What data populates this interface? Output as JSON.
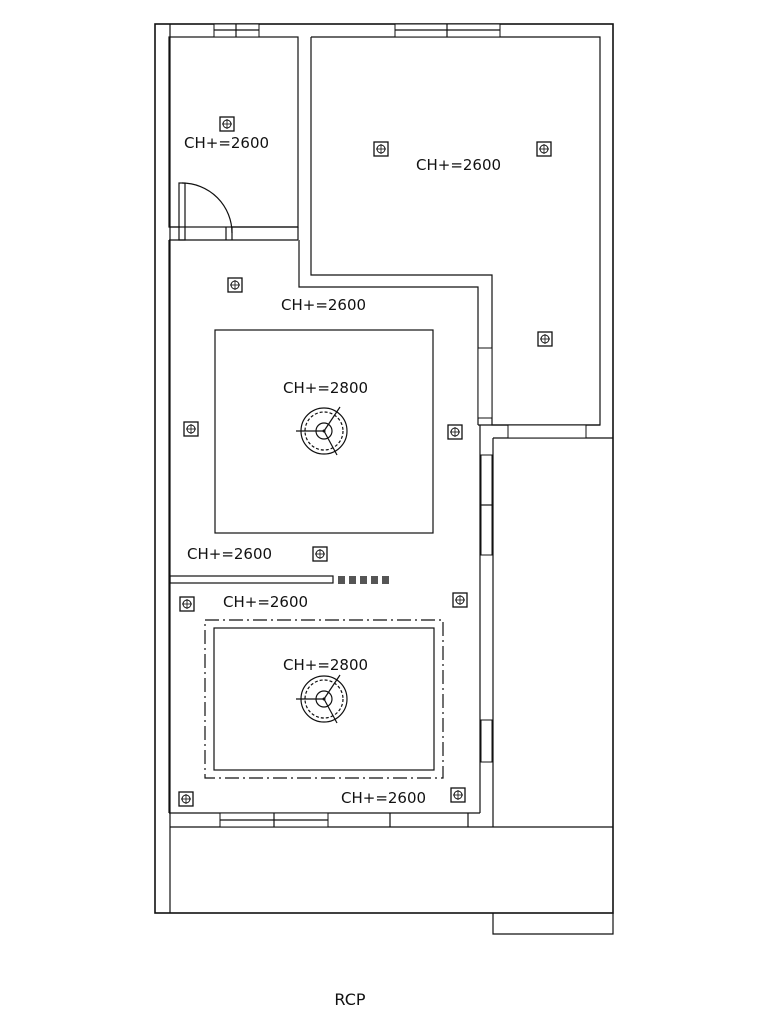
{
  "drawing": {
    "title": "RCP",
    "ceiling_labels": [
      "CH+=2600",
      "CH+=2600",
      "CH+=2600",
      "CH+=2800",
      "CH+=2600",
      "CH+=2600",
      "CH+=2800",
      "CH+=2600"
    ]
  }
}
